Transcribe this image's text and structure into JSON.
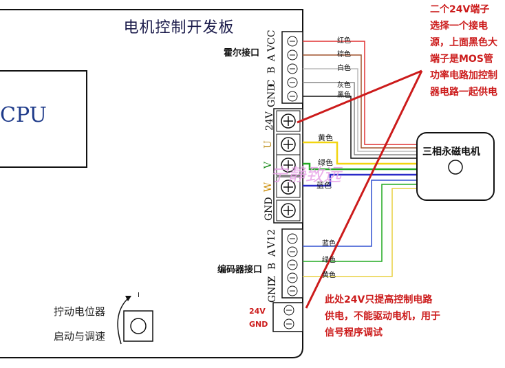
{
  "board": {
    "title": "电机控制开发板",
    "cpu_label": "CPU"
  },
  "hall_connector": {
    "label": "霍尔接口",
    "pins": [
      "VCC",
      "A",
      "B",
      "C",
      "GND"
    ],
    "wires": [
      "红色",
      "棕色",
      "白色",
      "灰色",
      "黑色"
    ]
  },
  "power_terminal": {
    "pin": "24V"
  },
  "motor_terminals": {
    "pins": [
      "U",
      "V",
      "W",
      "GND"
    ],
    "wires": [
      "黄色",
      "绿色",
      "蓝色"
    ]
  },
  "encoder_connector": {
    "label": "编码器接口",
    "pins": [
      "V12",
      "A",
      "B",
      "Z",
      "GND"
    ],
    "wires": [
      "蓝色",
      "绿色",
      "黄色"
    ]
  },
  "small_power": {
    "pins": [
      "24V",
      "GND"
    ]
  },
  "motor": {
    "label": "三相永磁电机"
  },
  "potentiometer": {
    "line1": "拧动电位器",
    "line2": "启动与调速",
    "dial_mark": "I"
  },
  "notes": {
    "top_right": "二个24V端子选择一个接电源，上面黑色大端子是MOS管功率电路加控制器电路一起供电",
    "bottom": "此处24V只提高控制电路供电，不能驱动电机，用于信号程序调试"
  },
  "watermark": "宁静致远"
}
